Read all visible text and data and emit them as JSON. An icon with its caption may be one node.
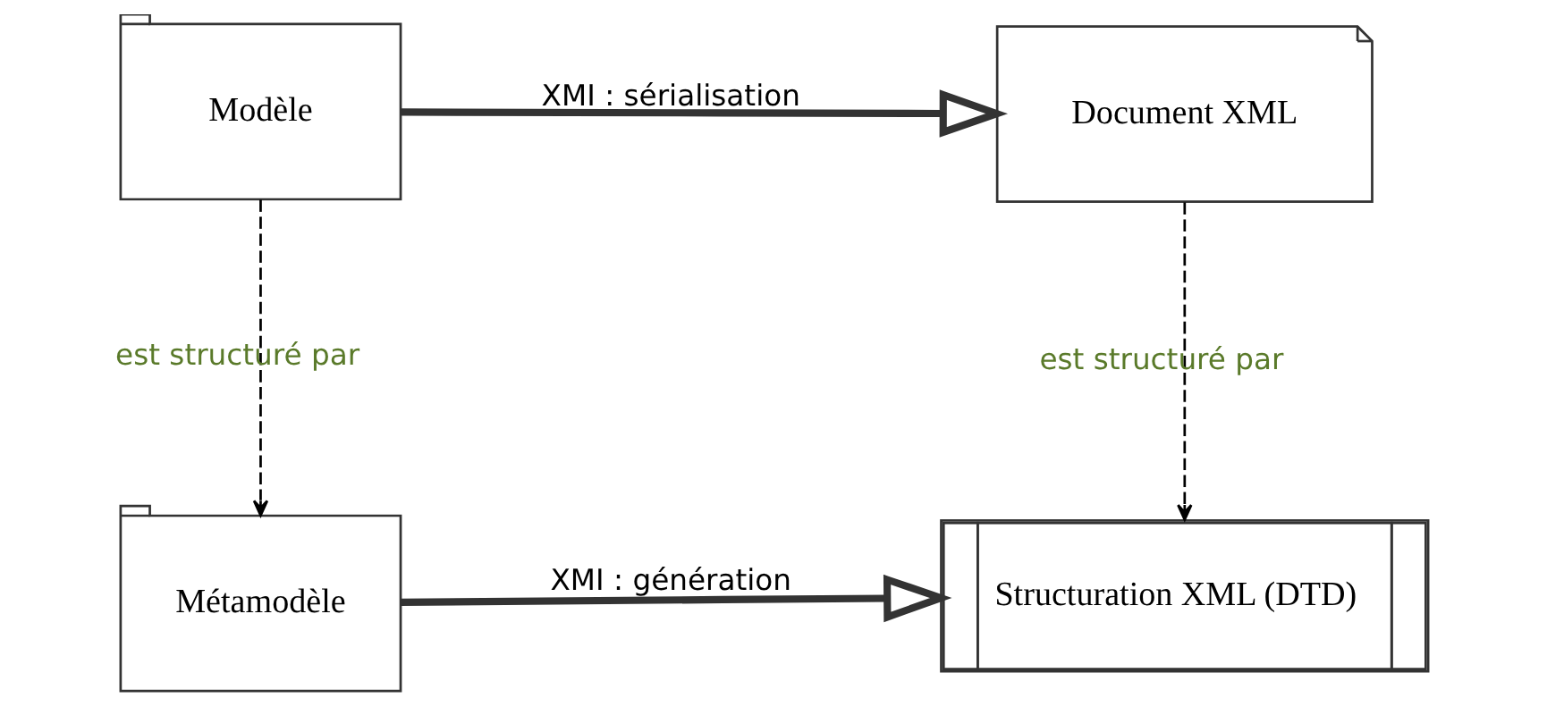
{
  "diagram": {
    "nodes": [
      {
        "text": [
          "Métamodèle"
        ]
      },
      {
        "text": [
          "Structuration XML (DTD)"
        ]
      },
      {
        "text": [
          "Modèle"
        ]
      },
      {
        "text": [
          "Document XML"
        ]
      }
    ],
    "edges": [
      {
        "from": 0,
        "to": 1,
        "arrow": "to",
        "label": "XMI : génération",
        "style": "thick"
      },
      {
        "from": 2,
        "to": 0,
        "arrow": "to",
        "label": "est structuré par",
        "style": "dashed"
      },
      {
        "from": 3,
        "to": 1,
        "arrow": "to",
        "label": "est structuré par",
        "style": "dashed"
      },
      {
        "from": 2,
        "to": 3,
        "arrow": "to",
        "label": "XMI : sérialisation",
        "style": "thick"
      }
    ]
  }
}
